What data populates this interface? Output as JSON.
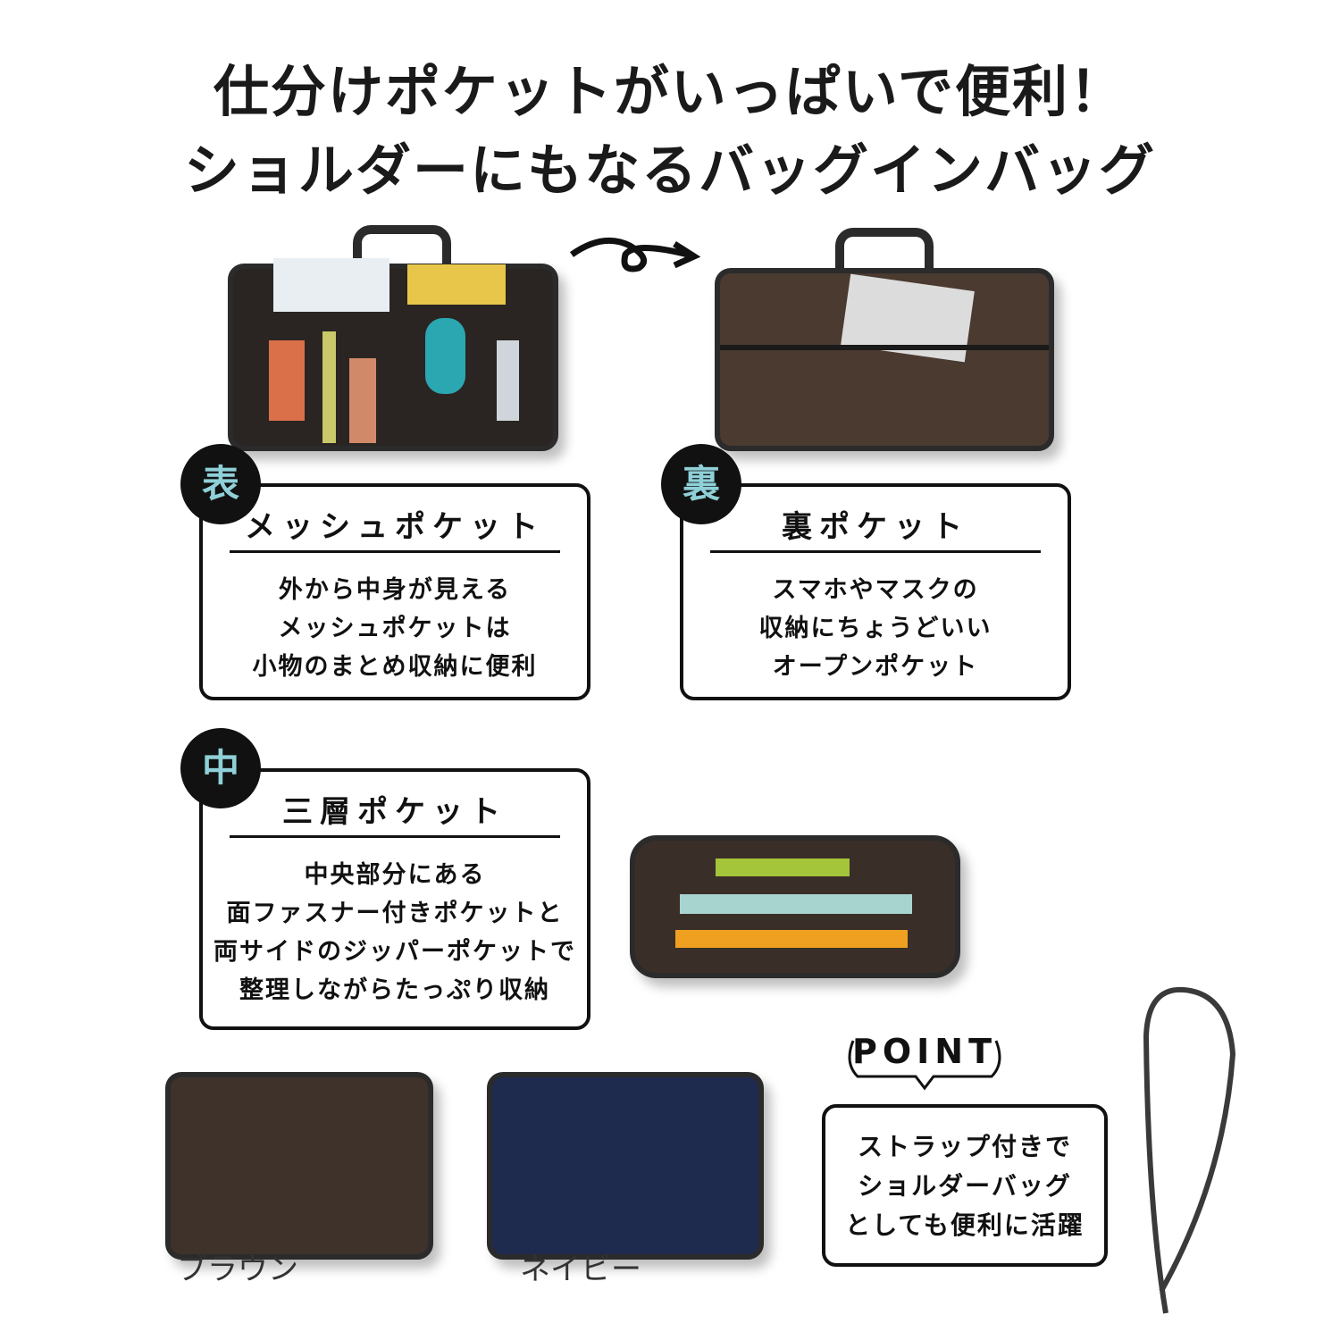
{
  "headline": {
    "line1": "仕分けポケットがいっぱいで便利！",
    "line2": "ショルダーにもなるバッグインバッグ"
  },
  "sections": [
    {
      "badge": "表",
      "title": "メッシュポケット",
      "body": [
        "外から中身が見える",
        "メッシュポケットは",
        "小物のまとめ収納に便利"
      ]
    },
    {
      "badge": "裏",
      "title": "裏ポケット",
      "body": [
        "スマホやマスクの",
        "収納にちょうどいい",
        "オープンポケット"
      ]
    },
    {
      "badge": "中",
      "title": "三層ポケット",
      "body": [
        "中央部分にある",
        "面ファスナー付きポケットと",
        "両サイドのジッパーポケットで",
        "整理しながらたっぷり収納"
      ]
    }
  ],
  "point": {
    "label": "POINT",
    "body": [
      "ストラップ付きで",
      "ショルダーバッグ",
      "としても便利に活躍"
    ]
  },
  "colors": [
    {
      "name": "ブラウン",
      "hex": "#4a3a30"
    },
    {
      "name": "ネイビー",
      "hex": "#1f2a4f"
    }
  ],
  "badge_text_color": "#8fd0d8"
}
